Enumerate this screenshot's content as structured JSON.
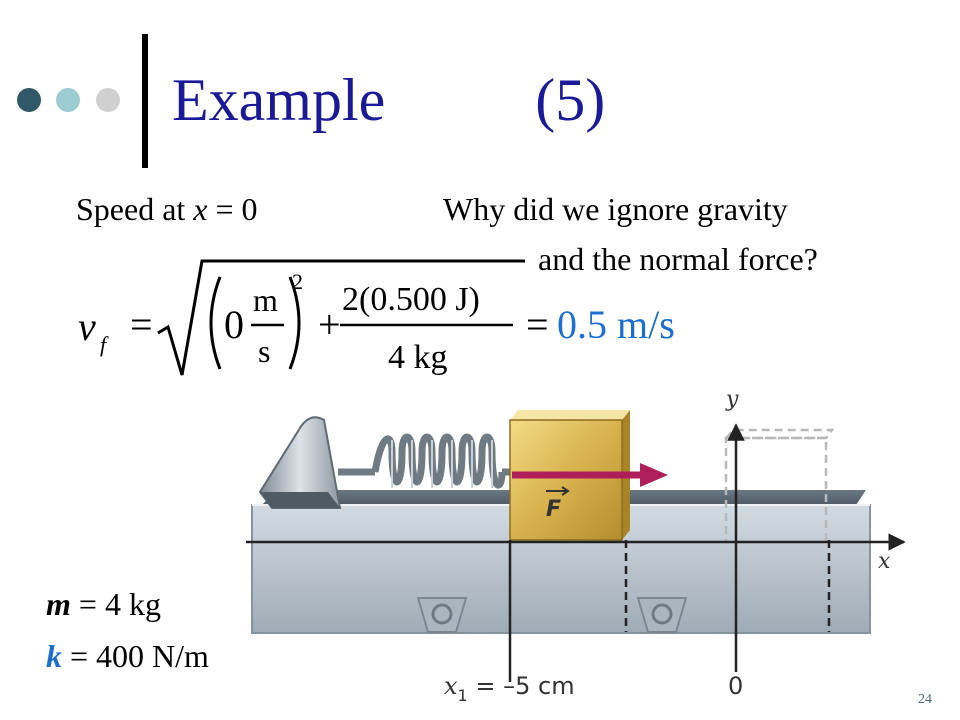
{
  "slide": {
    "title": "Example          (5)",
    "slide_number": "24",
    "dot_colors": [
      "#2f5966",
      "#9ccdd3",
      "#d0d0d0"
    ]
  },
  "body": {
    "speed_prefix": "Speed at ",
    "speed_var": "x",
    "speed_suffix": " = 0",
    "question_line1": "Why did we ignore gravity",
    "question_line2": "and the normal force?"
  },
  "equation": {
    "lhs": "v",
    "lhs_sub": "f",
    "equals": "=",
    "zero": "0",
    "unit_num": "m",
    "unit_den": "s",
    "exponent": "2",
    "plus": "+",
    "frac_num": "2(0.500 J)",
    "frac_den": "4 kg",
    "result": "0.5 m/s",
    "result_color": "#1a6fd1"
  },
  "givens": {
    "m_label": "m",
    "m_value": " = 4 kg",
    "k_label": "k",
    "k_value": " = 400 N/m",
    "k_color": "#1a6fd1"
  },
  "figure": {
    "y_axis": "y",
    "x_axis": "x",
    "force": "F",
    "x1_label": "x",
    "x1_sub": "1",
    "x1_value": " = –5 cm",
    "origin_label": "0"
  }
}
